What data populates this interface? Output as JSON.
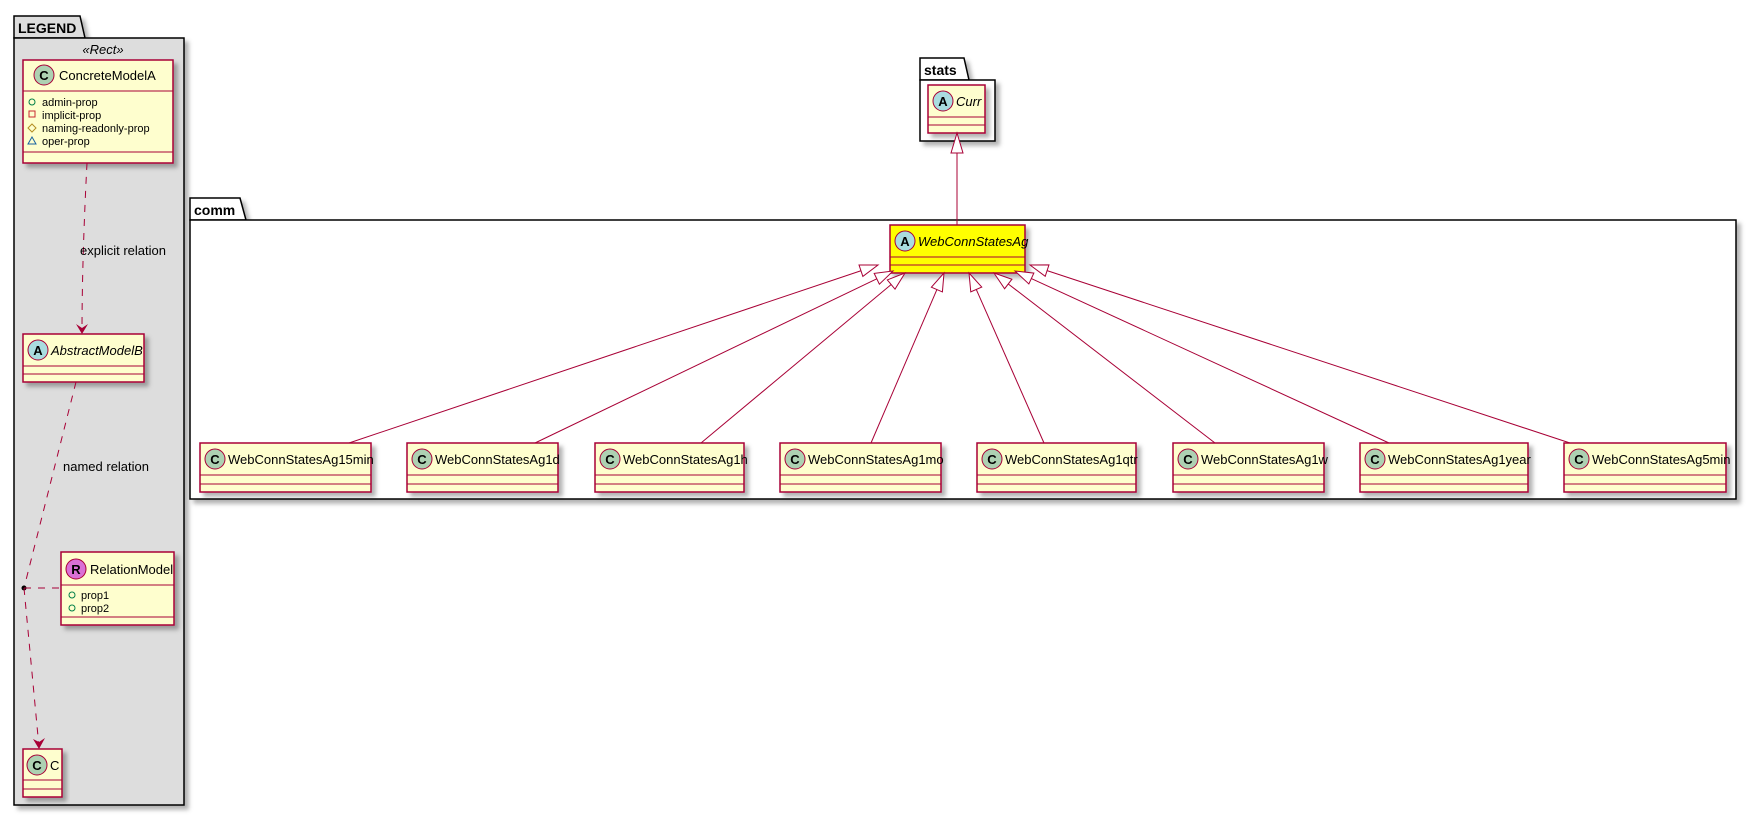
{
  "legend": {
    "package": "LEGEND",
    "stereotype": "«Rect»",
    "concrete": {
      "name": "ConcreteModelA",
      "props": [
        {
          "symbol": "public",
          "label": "admin-prop"
        },
        {
          "symbol": "private",
          "label": "implicit-prop"
        },
        {
          "symbol": "protected",
          "label": "naming-readonly-prop"
        },
        {
          "symbol": "package",
          "label": "oper-prop"
        }
      ]
    },
    "explicit_label": "explicit relation",
    "abstract": {
      "name": "AbstractModelB"
    },
    "named_label": "named relation",
    "relation_model": {
      "name": "RelationModel",
      "props": [
        "prop1",
        "prop2"
      ]
    },
    "c": {
      "name": "C"
    }
  },
  "stats": {
    "package": "stats",
    "class": "Curr"
  },
  "comm": {
    "package": "comm",
    "parent": "WebConnStatesAg",
    "children": [
      "WebConnStatesAg15min",
      "WebConnStatesAg1d",
      "WebConnStatesAg1h",
      "WebConnStatesAg1mo",
      "WebConnStatesAg1qtr",
      "WebConnStatesAg1w",
      "WebConnStatesAg1year",
      "WebConnStatesAg5min"
    ]
  },
  "glyphs": {
    "class": "C",
    "abstract": "A",
    "relation": "R"
  },
  "colors": {
    "border": "#A80036",
    "class_fill": "#FEFECE",
    "highlight": "#FFFF00",
    "legend_bg": "#DDDDDD",
    "c_icon": "#ADD1B2",
    "a_icon": "#A9DCDF",
    "r_icon": "#DA70D6"
  }
}
